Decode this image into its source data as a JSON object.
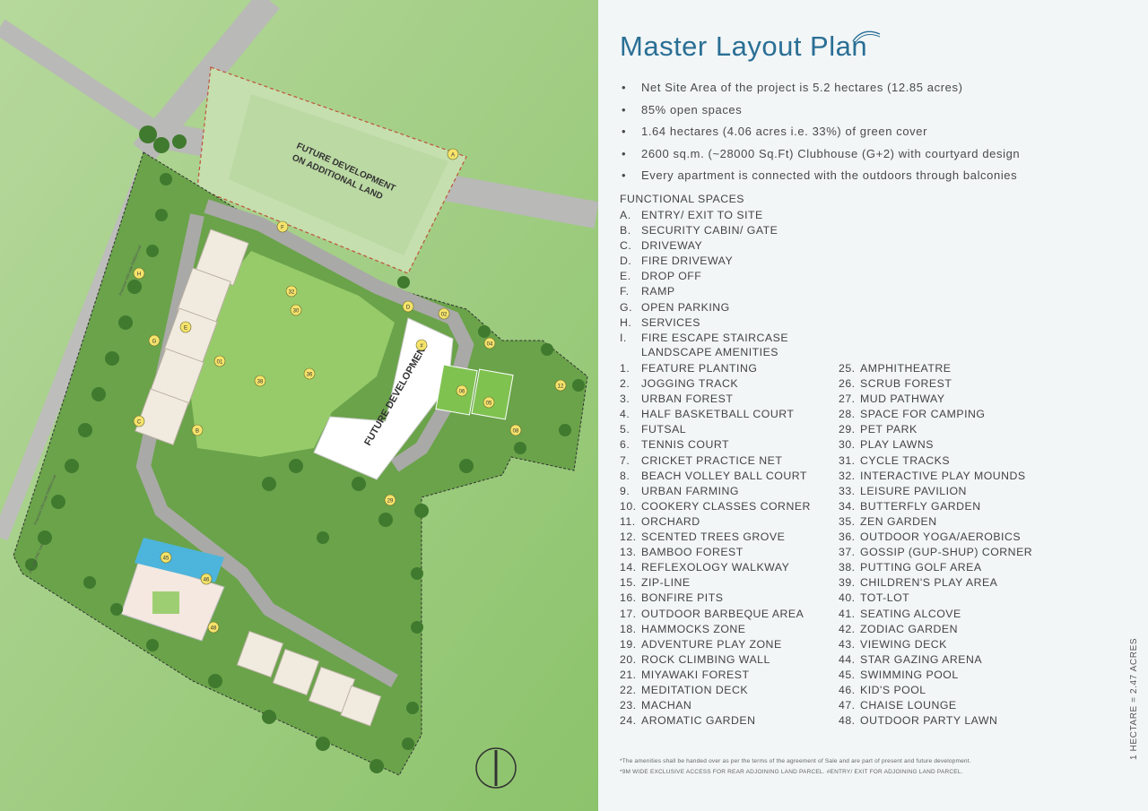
{
  "title": "Master Layout Plan",
  "bullets": [
    "Net Site Area of the project is 5.2 hectares (12.85 acres)",
    "85% open spaces",
    "1.64 hectares (4.06 acres i.e. 33%) of green cover",
    "2600 sq.m. (~28000 Sq.Ft) Clubhouse (G+2) with courtyard design",
    "Every apartment is connected with the outdoors through balconies"
  ],
  "functional_spaces": {
    "heading": "FUNCTIONAL SPACES",
    "items": [
      {
        "key": "A.",
        "label": "ENTRY/ EXIT TO SITE"
      },
      {
        "key": "B.",
        "label": "SECURITY CABIN/ GATE"
      },
      {
        "key": "C.",
        "label": "DRIVEWAY"
      },
      {
        "key": "D.",
        "label": "FIRE DRIVEWAY"
      },
      {
        "key": "E.",
        "label": "DROP OFF"
      },
      {
        "key": "F.",
        "label": "RAMP"
      },
      {
        "key": "G.",
        "label": "OPEN PARKING"
      },
      {
        "key": "H.",
        "label": "SERVICES"
      },
      {
        "key": "I.",
        "label": "FIRE ESCAPE STAIRCASE"
      }
    ]
  },
  "landscape_amenities": {
    "heading": "LANDSCAPE AMENITIES",
    "left": [
      {
        "key": "1.",
        "label": "FEATURE PLANTING"
      },
      {
        "key": "2.",
        "label": "JOGGING TRACK"
      },
      {
        "key": "3.",
        "label": "URBAN FOREST"
      },
      {
        "key": "4.",
        "label": "HALF BASKETBALL COURT"
      },
      {
        "key": "5.",
        "label": "FUTSAL"
      },
      {
        "key": "6.",
        "label": "TENNIS COURT"
      },
      {
        "key": "7.",
        "label": "CRICKET PRACTICE NET"
      },
      {
        "key": "8.",
        "label": "BEACH VOLLEY BALL COURT"
      },
      {
        "key": "9.",
        "label": "URBAN FARMING"
      },
      {
        "key": "10.",
        "label": "COOKERY CLASSES CORNER"
      },
      {
        "key": "11.",
        "label": "ORCHARD"
      },
      {
        "key": "12.",
        "label": "SCENTED TREES GROVE"
      },
      {
        "key": "13.",
        "label": "BAMBOO FOREST"
      },
      {
        "key": "14.",
        "label": "REFLEXOLOGY WALKWAY"
      },
      {
        "key": "15.",
        "label": "ZIP-LINE"
      },
      {
        "key": "16.",
        "label": "BONFIRE PITS"
      },
      {
        "key": "17.",
        "label": "OUTDOOR BARBEQUE AREA"
      },
      {
        "key": "18.",
        "label": "HAMMOCKS ZONE"
      },
      {
        "key": "19.",
        "label": "ADVENTURE PLAY ZONE"
      },
      {
        "key": "20.",
        "label": "ROCK CLIMBING WALL"
      },
      {
        "key": "21.",
        "label": "MIYAWAKI FOREST"
      },
      {
        "key": "22.",
        "label": "MEDITATION DECK"
      },
      {
        "key": "23.",
        "label": "MACHAN"
      },
      {
        "key": "24.",
        "label": "AROMATIC GARDEN"
      }
    ],
    "right": [
      {
        "key": "25.",
        "label": "AMPHITHEATRE"
      },
      {
        "key": "26.",
        "label": "SCRUB FOREST"
      },
      {
        "key": "27.",
        "label": "MUD PATHWAY"
      },
      {
        "key": "28.",
        "label": "SPACE FOR CAMPING"
      },
      {
        "key": "29.",
        "label": "PET PARK"
      },
      {
        "key": "30.",
        "label": "PLAY LAWNS"
      },
      {
        "key": "31.",
        "label": "CYCLE TRACKS"
      },
      {
        "key": "32.",
        "label": "INTERACTIVE PLAY MOUNDS"
      },
      {
        "key": "33.",
        "label": "LEISURE PAVILION"
      },
      {
        "key": "34.",
        "label": "BUTTERFLY GARDEN"
      },
      {
        "key": "35.",
        "label": "ZEN GARDEN"
      },
      {
        "key": "36.",
        "label": "OUTDOOR YOGA/AEROBICS"
      },
      {
        "key": "37.",
        "label": "GOSSIP (GUP-SHUP) CORNER"
      },
      {
        "key": "38.",
        "label": "PUTTING GOLF AREA"
      },
      {
        "key": "39.",
        "label": "CHILDREN'S PLAY AREA"
      },
      {
        "key": "40.",
        "label": "TOT-LOT"
      },
      {
        "key": "41.",
        "label": "SEATING ALCOVE"
      },
      {
        "key": "42.",
        "label": "ZODIAC GARDEN"
      },
      {
        "key": "43.",
        "label": "VIEWING DECK"
      },
      {
        "key": "44.",
        "label": "STAR GAZING ARENA"
      },
      {
        "key": "45.",
        "label": "SWIMMING POOL"
      },
      {
        "key": "46.",
        "label": "KID'S POOL"
      },
      {
        "key": "47.",
        "label": "CHAISE LOUNGE"
      },
      {
        "key": "48.",
        "label": "OUTDOOR PARTY LAWN"
      }
    ]
  },
  "footnotes": [
    "*The amenities shall be handed over as per the terms of the agreement of Sale and are part of present and future development.",
    "*9M WIDE EXCLUSIVE ACCESS FOR REAR ADJOINING LAND PARCEL. #ENTRY/ EXIT FOR ADJOINING LAND PARCEL."
  ],
  "scale_note": "1 HECTARE = 2.47 ACRES",
  "map": {
    "labels": {
      "future_additional_l1": "FUTURE DEVELOPMENT",
      "future_additional_l2": "ON ADDITIONAL LAND",
      "future_development": "FUTURE DEVELOPMENT",
      "road_label_1": "Proposed 15M wide PMRDA road",
      "road_label_2": "Proposed 15M wide PMRDA road",
      "road_label_3": "Pvt. wide PMC road"
    },
    "markers": [
      "A",
      "F",
      "H",
      "G",
      "C",
      "E",
      "D",
      "B",
      "#",
      "32",
      "30",
      "38",
      "36",
      "45",
      "46",
      "48",
      "29",
      "06",
      "05",
      "04",
      "08",
      "12",
      "01",
      "02"
    ],
    "colors": {
      "grass": "#a6ce8a",
      "lawn": "#8fc65f",
      "tree": "#3f7a2e",
      "road": "#b4b4b2",
      "building": "#f1ebdf",
      "pool": "#4db5dc",
      "title": "#2a6f95"
    }
  }
}
